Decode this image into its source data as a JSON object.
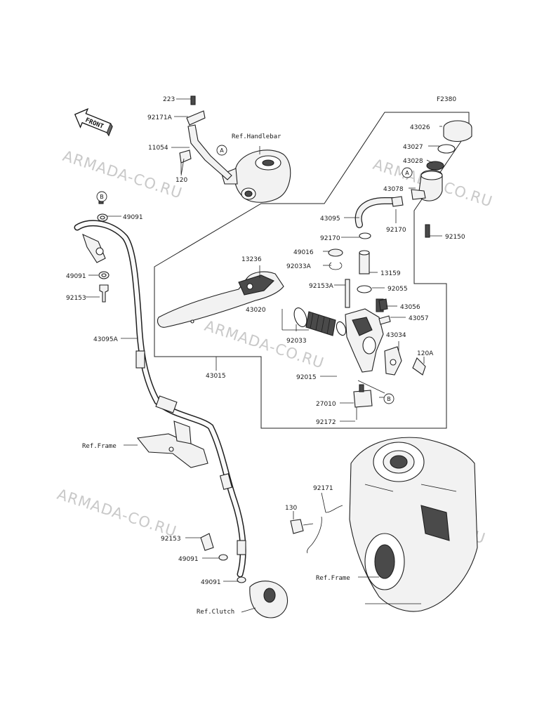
{
  "figure_code": "F2380",
  "watermark": "ARMADA-CO.RU",
  "front_label": "FRONT",
  "markers": {
    "a": "A",
    "b": "B"
  },
  "refs": {
    "handlebar": "Ref.Handlebar",
    "frame_left": "Ref.Frame",
    "frame_right": "Ref.Frame",
    "clutch": "Ref.Clutch"
  },
  "parts": {
    "p223": "223",
    "p92171A": "92171A",
    "p11054": "11054",
    "p120": "120",
    "p49091_top": "49091",
    "p49091_mid": "49091",
    "p92153_top": "92153",
    "p43095A": "43095A",
    "p13236": "13236",
    "p43020": "43020",
    "p92033": "92033",
    "p43015": "43015",
    "p43026": "43026",
    "p43027": "43027",
    "p43028": "43028",
    "p43078": "43078",
    "p43095": "43095",
    "p92170_left": "92170",
    "p92170_right": "92170",
    "p92150": "92150",
    "p49016": "49016",
    "p92033A": "92033A",
    "p13159": "13159",
    "p92153A": "92153A",
    "p92055": "92055",
    "p43056": "43056",
    "p43057": "43057",
    "p43034": "43034",
    "p120A": "120A",
    "p92015": "92015",
    "p27010": "27010",
    "p92172": "92172",
    "p92171": "92171",
    "p130": "130",
    "p92153_bottom": "92153",
    "p49091_bottom1": "49091",
    "p49091_bottom2": "49091"
  }
}
